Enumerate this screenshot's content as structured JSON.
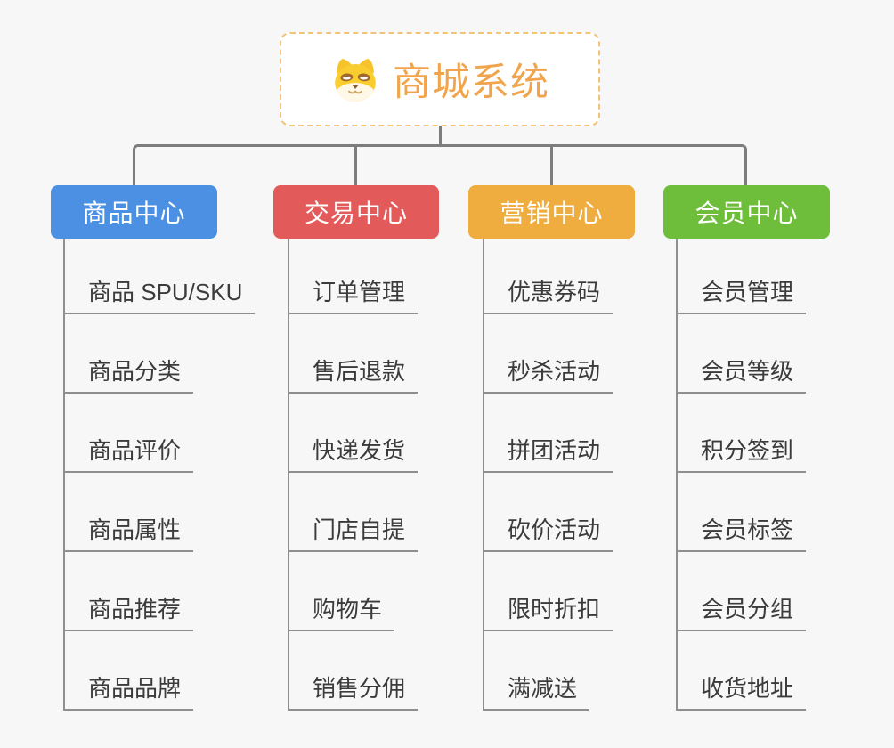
{
  "root": {
    "title": "商城系统",
    "icon": "shiba-dog-icon",
    "text_color": "#f0a44c",
    "border_color": "#f2c277"
  },
  "connector_color": "#7d7d7d",
  "branches": [
    {
      "label": "商品中心",
      "color": "#4b90e2",
      "children": [
        "商品 SPU/SKU",
        "商品分类",
        "商品评价",
        "商品属性",
        "商品推荐",
        "商品品牌"
      ]
    },
    {
      "label": "交易中心",
      "color": "#e35a5a",
      "children": [
        "订单管理",
        "售后退款",
        "快递发货",
        "门店自提",
        "购物车",
        "销售分佣"
      ]
    },
    {
      "label": "营销中心",
      "color": "#efad3f",
      "children": [
        "优惠券码",
        "秒杀活动",
        "拼团活动",
        "砍价活动",
        "限时折扣",
        "满减送"
      ]
    },
    {
      "label": "会员中心",
      "color": "#6ebe3c",
      "children": [
        "会员管理",
        "会员等级",
        "积分签到",
        "会员标签",
        "会员分组",
        "收货地址"
      ]
    }
  ]
}
